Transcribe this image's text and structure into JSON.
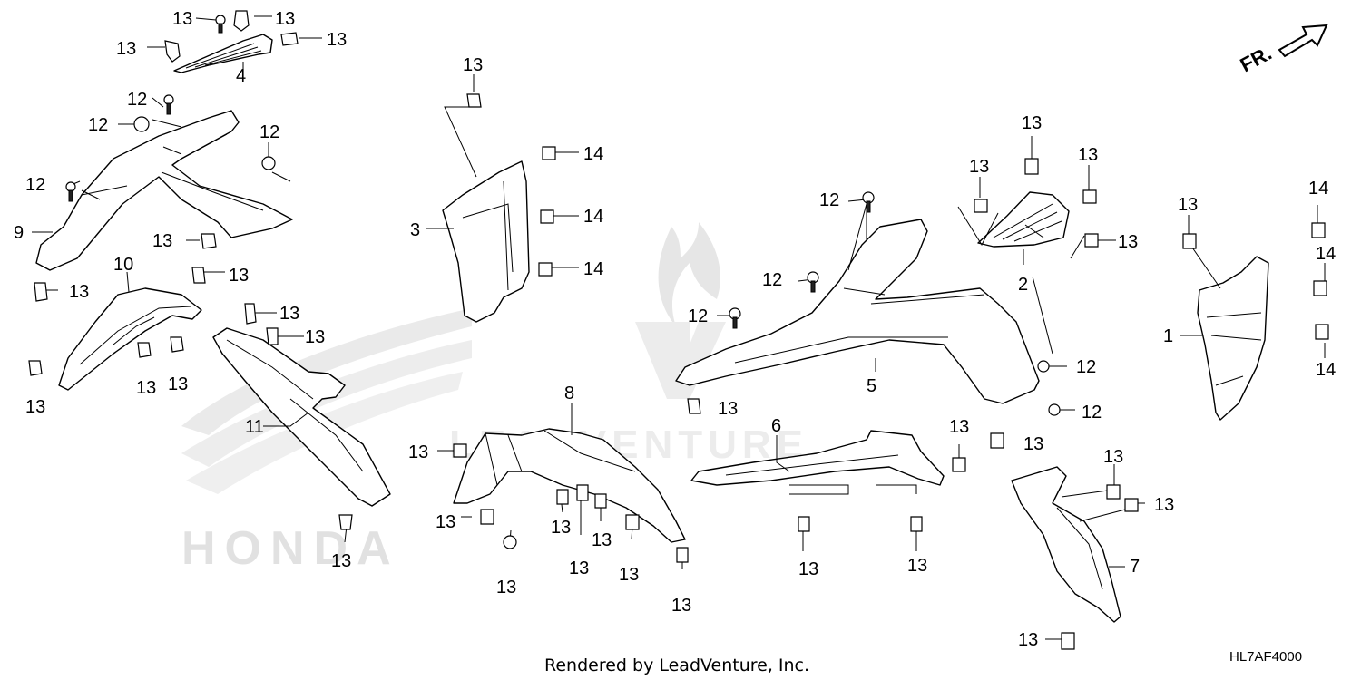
{
  "footer": {
    "rendered_by": "Rendered by LeadVenture, Inc.",
    "diagram_code": "HL7AF4000"
  },
  "direction": {
    "label": "FR."
  },
  "watermark": {
    "brand": "LEADVENTURE",
    "honda": "HONDA"
  },
  "parts": [
    {
      "id": "p1",
      "label": "1"
    },
    {
      "id": "p2",
      "label": "2"
    },
    {
      "id": "p3",
      "label": "3"
    },
    {
      "id": "p4",
      "label": "4"
    },
    {
      "id": "p5",
      "label": "5"
    },
    {
      "id": "p6",
      "label": "6"
    },
    {
      "id": "p7",
      "label": "7"
    },
    {
      "id": "p8",
      "label": "8"
    },
    {
      "id": "p9",
      "label": "9"
    },
    {
      "id": "p10",
      "label": "10"
    },
    {
      "id": "p11",
      "label": "11"
    }
  ],
  "fastener_labels": {
    "screw_12": "12",
    "clip_13": "13",
    "clip_14": "14"
  }
}
